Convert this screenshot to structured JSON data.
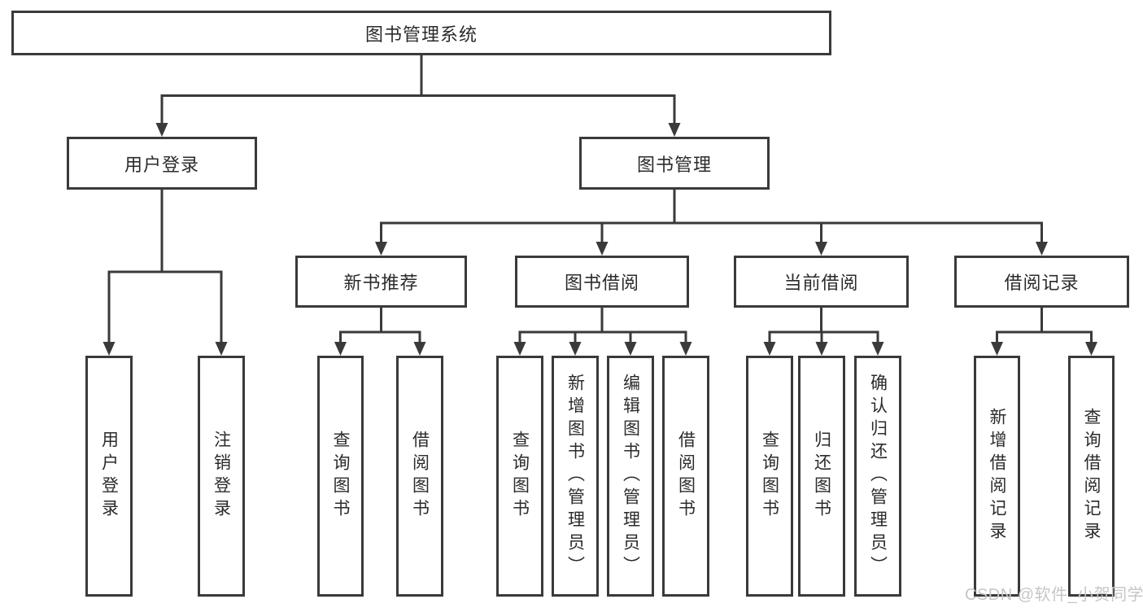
{
  "diagram": {
    "title": "图书管理系统",
    "branches": [
      {
        "label": "用户登录",
        "children": [
          "用户登录",
          "注销登录"
        ]
      },
      {
        "label": "图书管理",
        "children": [
          {
            "label": "新书推荐",
            "children": [
              "查询图书",
              "借阅图书"
            ]
          },
          {
            "label": "图书借阅",
            "children": [
              "查询图书",
              "新增图书（管理员）",
              "编辑图书（管理员）",
              "借阅图书"
            ]
          },
          {
            "label": "当前借阅",
            "children": [
              "查询图书",
              "归还图书",
              "确认归还（管理员）"
            ]
          },
          {
            "label": "借阅记录",
            "children": [
              "新增借阅记录",
              "查询借阅记录"
            ]
          }
        ]
      }
    ]
  },
  "watermark": {
    "text": "CSDN @软件_小贺同学"
  },
  "colors": {
    "line": "#3a3a3a",
    "text": "#2b2b2b",
    "box_background": "#ffffff",
    "watermark": "#c6c6c6"
  }
}
